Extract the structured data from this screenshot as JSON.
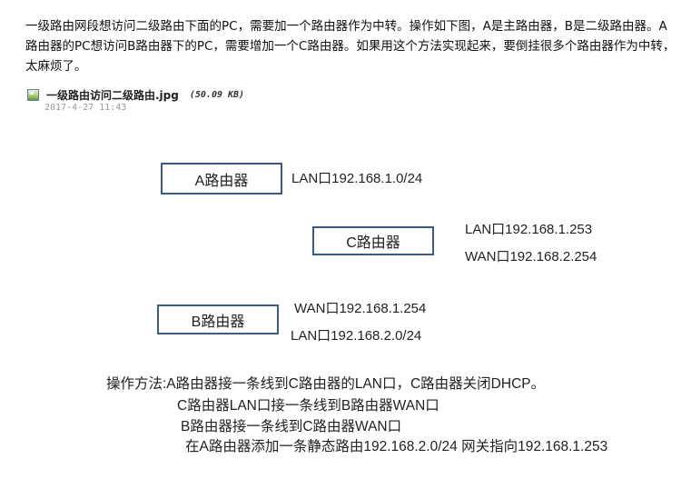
{
  "intro": {
    "text": "一级路由网段想访问二级路由下面的PC，需要加一个路由器作为中转。操作如下图，A是主路由器，B是二级路由器。A路由器的PC想访问B路由器下的PC，需要增加一个C路由器。如果用这个方法实现起来，要倒挂很多个路由器作为中转，太麻烦了。"
  },
  "attachment": {
    "icon": "image-file-icon",
    "file_name": "一级路由访问二级路由.jpg",
    "file_size": "(50.09 KB)",
    "date": "2017-4-27 11:43"
  },
  "diagram": {
    "router_a": {
      "label": "A路由器",
      "lan": "LAN口192.168.1.0/24"
    },
    "router_c": {
      "label": "C路由器",
      "lan": "LAN口192.168.1.253",
      "wan": "WAN口192.168.2.254"
    },
    "router_b": {
      "label": "B路由器",
      "wan": "WAN口192.168.1.254",
      "lan": "LAN口192.168.2.0/24"
    },
    "steps": [
      "操作方法:A路由器接一条线到C路由器的LAN口，C路由器关闭DHCP。",
      "C路由器LAN口接一条线到B路由器WAN口",
      "B路由器接一条线到C路由器WAN口",
      "在A路由器添加一条静态路由192.168.2.0/24  网关指向192.168.1.253"
    ],
    "colors": {
      "box_border": "#3a5a8a"
    }
  }
}
